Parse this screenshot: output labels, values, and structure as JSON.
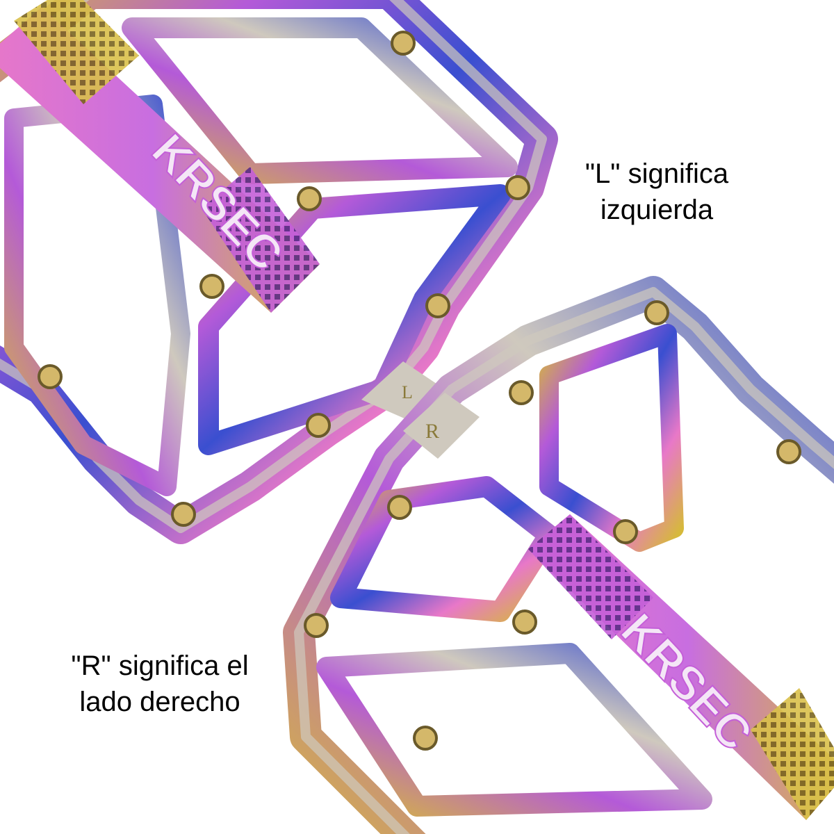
{
  "captions": {
    "left": {
      "line1": "\"L\" significa",
      "line2": "izquierda"
    },
    "right": {
      "line1": "\"R\" significa el",
      "line2": "lado derecho"
    }
  },
  "pedal_markings": {
    "left_pedal_letter": "L",
    "right_pedal_letter": "R",
    "brand_logo": "KRSEC"
  },
  "colors": {
    "background": "#ffffff",
    "caption_text": "#000000",
    "frame_silver": "#cfc9be",
    "iridescent_purple": "#b45ad8",
    "iridescent_blue": "#3a4fd0",
    "iridescent_gold": "#d6b93a",
    "iridescent_pink": "#e878c8"
  }
}
